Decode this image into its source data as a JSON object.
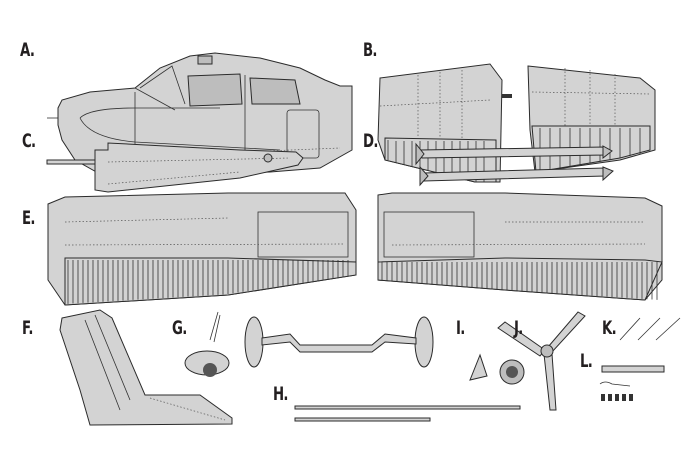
{
  "parts": [
    {
      "id": "A",
      "label": "A.",
      "name": "fuselage"
    },
    {
      "id": "B",
      "label": "B.",
      "name": "horizontal-stabilizer"
    },
    {
      "id": "C",
      "label": "C.",
      "name": "tail-cone"
    },
    {
      "id": "D",
      "label": "D.",
      "name": "wing-struts"
    },
    {
      "id": "E",
      "label": "E.",
      "name": "wings"
    },
    {
      "id": "F",
      "label": "F.",
      "name": "vertical-tail"
    },
    {
      "id": "G",
      "label": "G.",
      "name": "nose-gear"
    },
    {
      "id": "H",
      "label": "H.",
      "name": "main-landing-gear"
    },
    {
      "id": "I",
      "label": "I.",
      "name": "spinner-tip"
    },
    {
      "id": "J",
      "label": "J.",
      "name": "propeller"
    },
    {
      "id": "K",
      "label": "K.",
      "name": "pins"
    },
    {
      "id": "L",
      "label": "L.",
      "name": "hardware"
    }
  ],
  "colors": {
    "part_fill": "#d3d3d3",
    "outline": "#2b2b2b",
    "label": "#231f20"
  }
}
